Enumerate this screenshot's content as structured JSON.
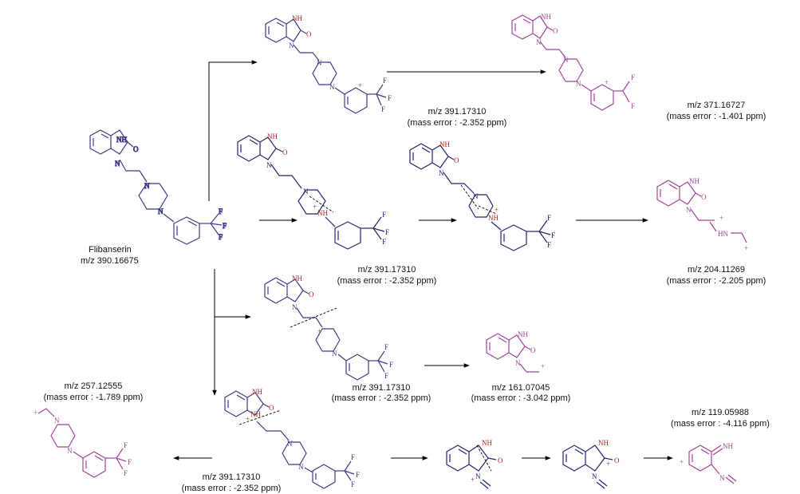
{
  "colors": {
    "parent": "#3b3b8a",
    "fragment": "#a0449a",
    "intermediate": "#232373",
    "atom_red": "#b22222"
  },
  "atoms": {
    "nh": "NH",
    "o": "O",
    "n": "N",
    "f": "F",
    "plus": "+",
    "hn": "HN"
  },
  "labels": {
    "flibanserin": {
      "name": "Flibanserin",
      "mz": "m/z 390.16675"
    },
    "frag371": {
      "mz": "m/z 371.16727",
      "err": "(mass error : -1.401 ppm)"
    },
    "top391": {
      "mz": "m/z 391.17310",
      "err": "(mass error : -2.352 ppm)"
    },
    "mid391": {
      "mz": "m/z 391.17310",
      "err": "(mass error : -2.352 ppm)"
    },
    "frag204": {
      "mz": "m/z 204.11269",
      "err": "(mass error : -2.205 ppm)"
    },
    "low391": {
      "mz": "m/z 391.17310",
      "err": "(mass error : -2.352 ppm)"
    },
    "frag161": {
      "mz": "m/z 161.07045",
      "err": "(mass error : -3.042 ppm)"
    },
    "frag257": {
      "mz": "m/z 257.12555",
      "err": "(mass error : -1.789 ppm)"
    },
    "bot391": {
      "mz": "m/z 391.17310",
      "err": "(mass error : -2.352 ppm)"
    },
    "frag119": {
      "mz": "m/z 119.05988",
      "err": "(mass error : -4.116 ppm)"
    }
  }
}
